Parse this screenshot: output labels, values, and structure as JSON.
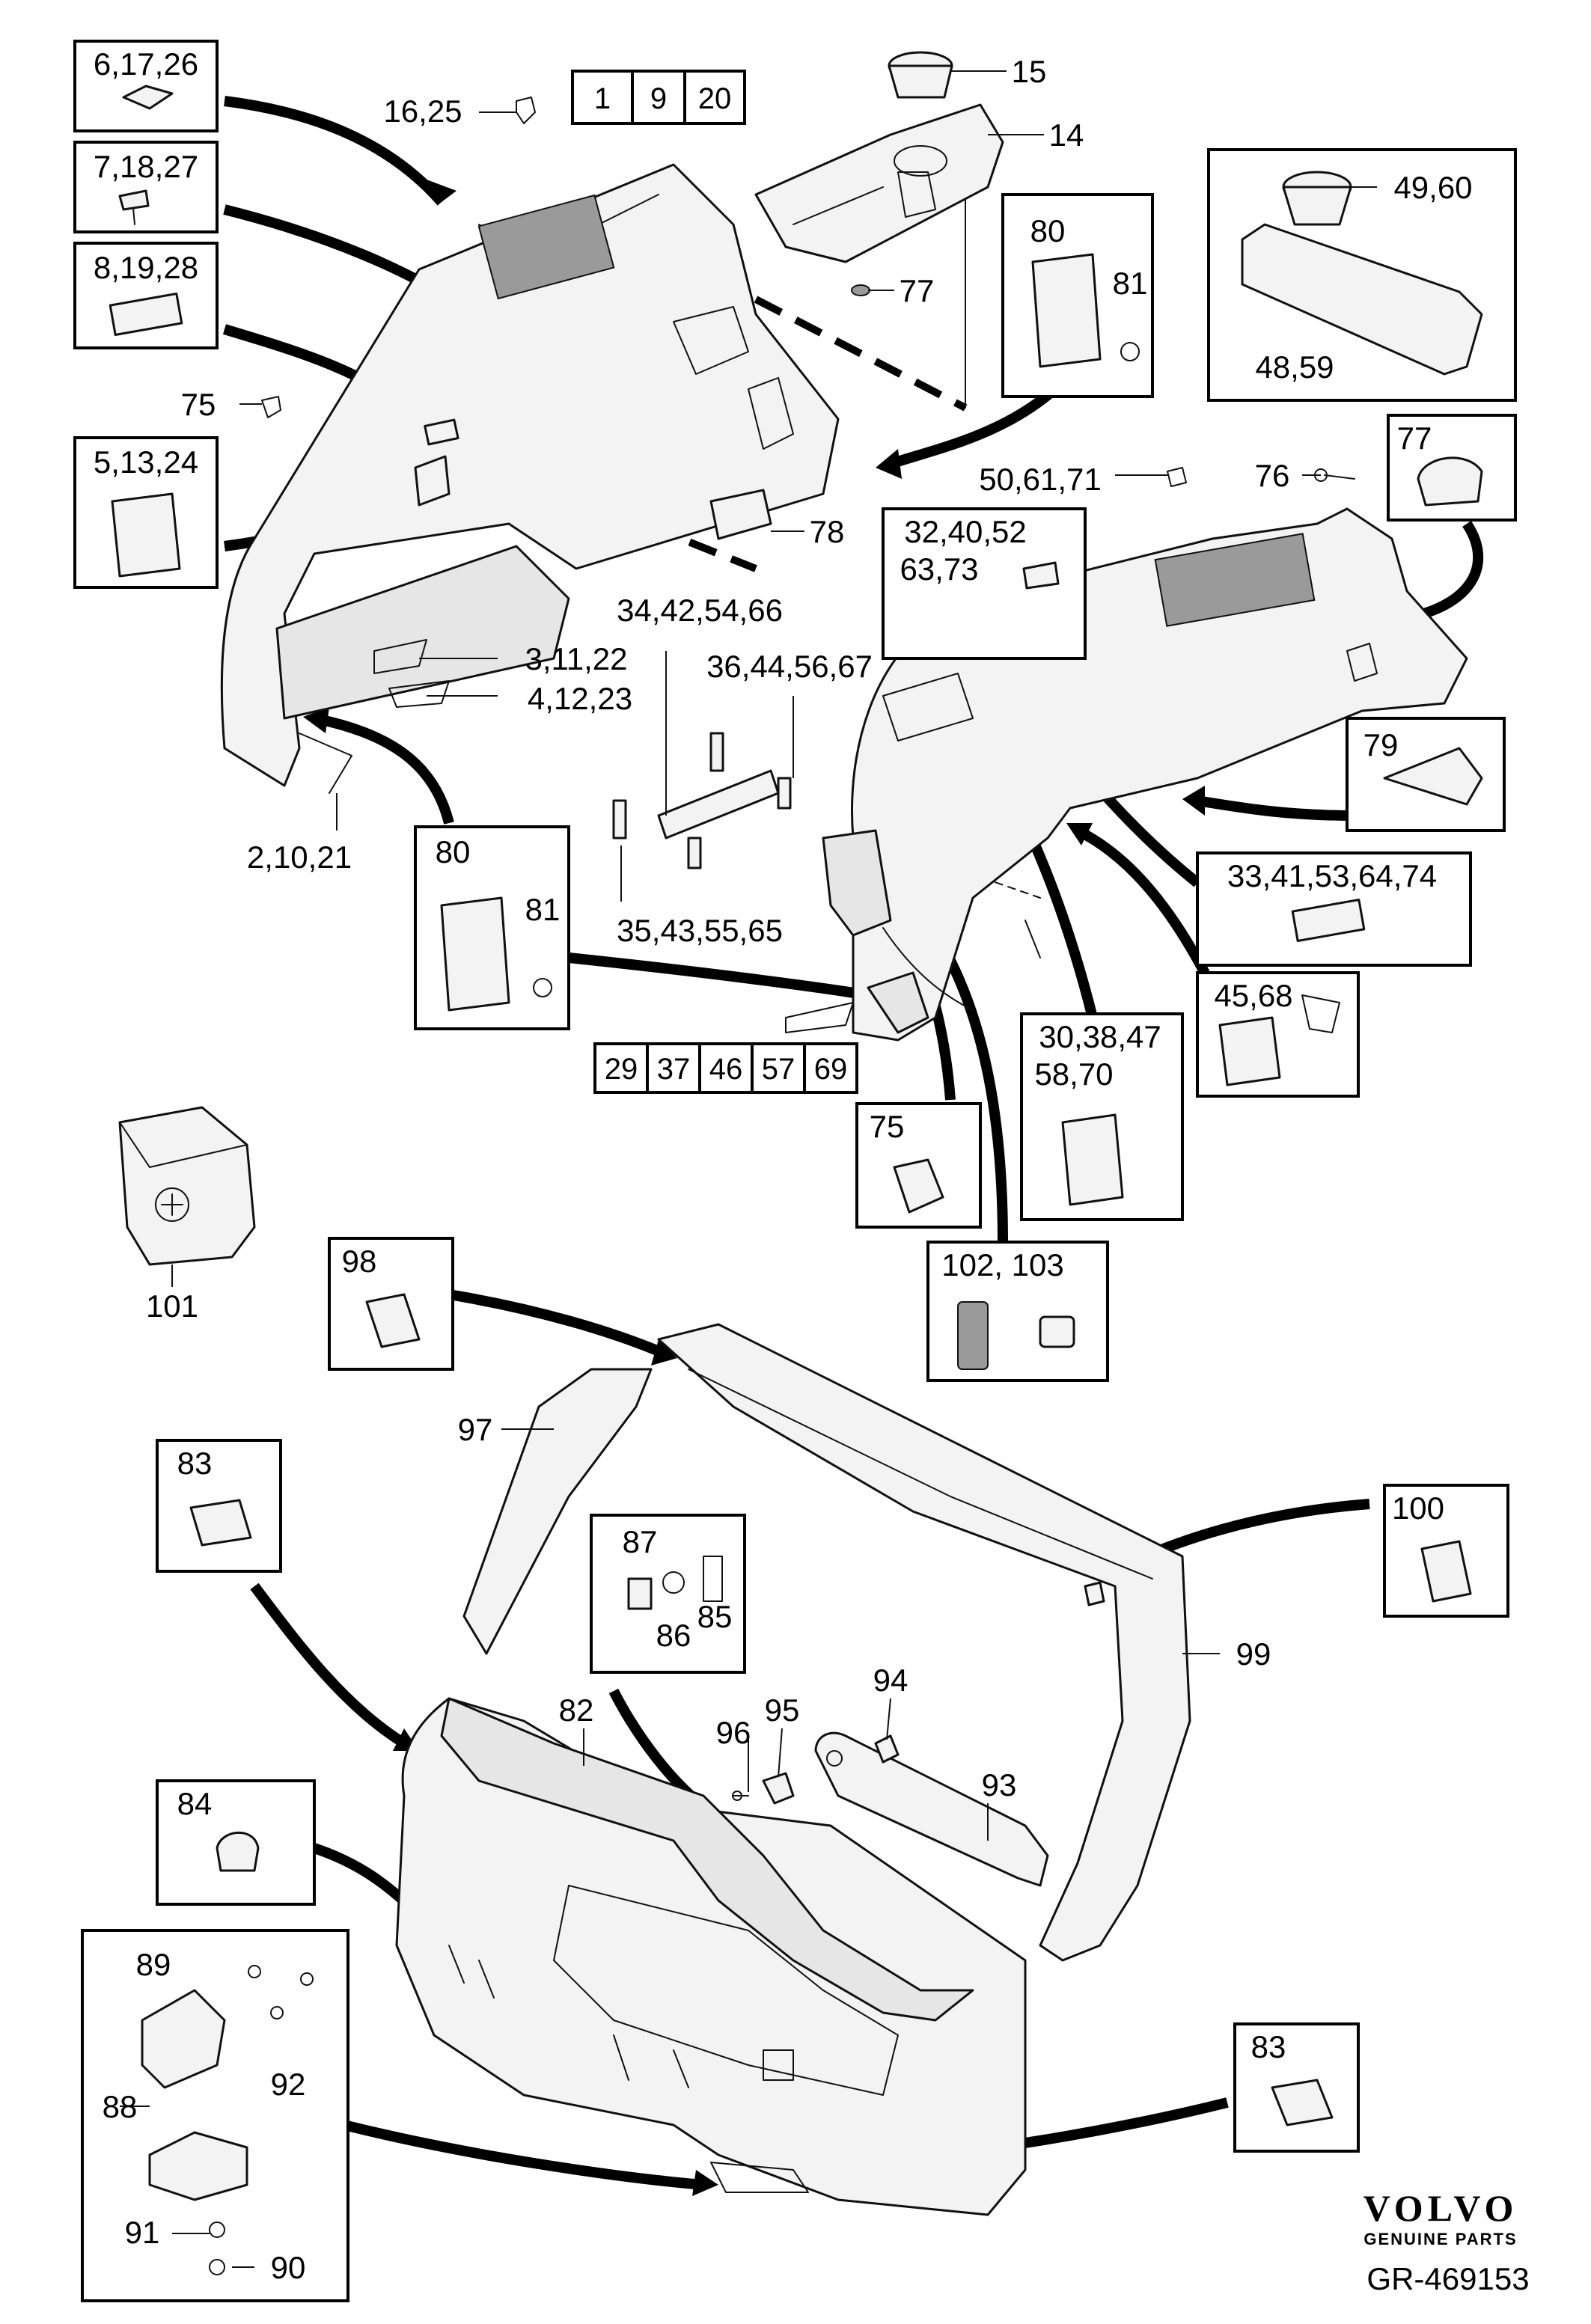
{
  "labels": {
    "l_6_17_26": "6,17,26",
    "l_7_18_27": "7,18,27",
    "l_8_19_28": "8,19,28",
    "l_5_13_24": "5,13,24",
    "l_16_25": "16,25",
    "l_75a": "75",
    "l_3_11_22": "3,11,22",
    "l_4_12_23": "4,12,23",
    "l_2_10_21": "2,10,21",
    "l_15": "15",
    "l_14": "14",
    "l_77a": "77",
    "l_80a": "80",
    "l_81a": "81",
    "l_49_60": "49,60",
    "l_48_59": "48,59",
    "l_50_61_71": "50,61,71",
    "l_76": "76",
    "l_77b": "77",
    "l_78": "78",
    "l_32_40_52": "32,40,52",
    "l_63_73": "63,73",
    "l_34_42_54_66": "34,42,54,66",
    "l_36_44_56_67": "36,44,56,67",
    "l_35_43_55_65": "35,43,55,65",
    "l_79": "79",
    "l_33_41_53_64_74": "33,41,53,64,74",
    "l_45_68": "45,68",
    "l_80b": "80",
    "l_81b": "81",
    "l_30_38_47": "30,38,47",
    "l_58_70": "58,70",
    "l_75b": "75",
    "l_101": "101",
    "l_102_103": "102, 103",
    "l_98": "98",
    "l_97": "97",
    "l_83a": "83",
    "l_100": "100",
    "l_99": "99",
    "l_87": "87",
    "l_86": "86",
    "l_85": "85",
    "l_82": "82",
    "l_96": "96",
    "l_95": "95",
    "l_94": "94",
    "l_93": "93",
    "l_84": "84",
    "l_89": "89",
    "l_92": "92",
    "l_88": "88",
    "l_91": "91",
    "l_90": "90",
    "l_83b": "83"
  },
  "tables": {
    "top": [
      "1",
      "9",
      "20"
    ],
    "bottom": [
      "29",
      "37",
      "46",
      "57",
      "69"
    ]
  },
  "branding": {
    "brand": "VOLVO",
    "tagline": "GENUINE PARTS",
    "code": "GR-469153"
  }
}
